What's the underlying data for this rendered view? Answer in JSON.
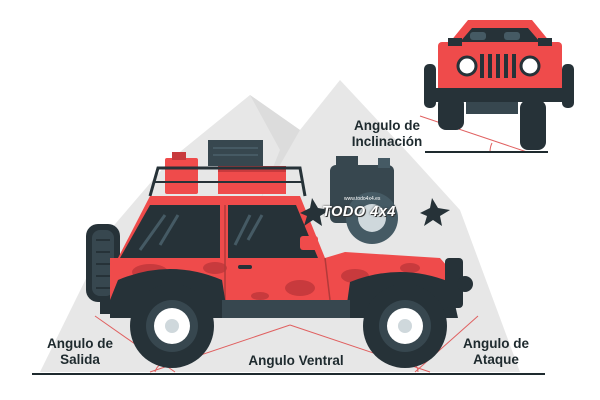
{
  "labels": {
    "inclination": [
      "Angulo de",
      "Inclinación"
    ],
    "exit": [
      "Angulo de",
      "Salida"
    ],
    "ventral": "Angulo Ventral",
    "attack": [
      "Angulo de",
      "Ataque"
    ]
  },
  "brand": {
    "name": "TODO 4x4",
    "url": "www.todo4x4.es"
  },
  "colors": {
    "body_red": "#ef4b4b",
    "body_dark_red": "#c83a3d",
    "dark": "#263238",
    "mountain": "#e7e7e7",
    "ground_line": "#1e2a2e",
    "angle_line": "#e06060"
  },
  "icons": [
    "jeep-side-illustration",
    "jeep-front-illustration",
    "jerry-can-icon",
    "star-icon",
    "spare-wheel-icon"
  ]
}
